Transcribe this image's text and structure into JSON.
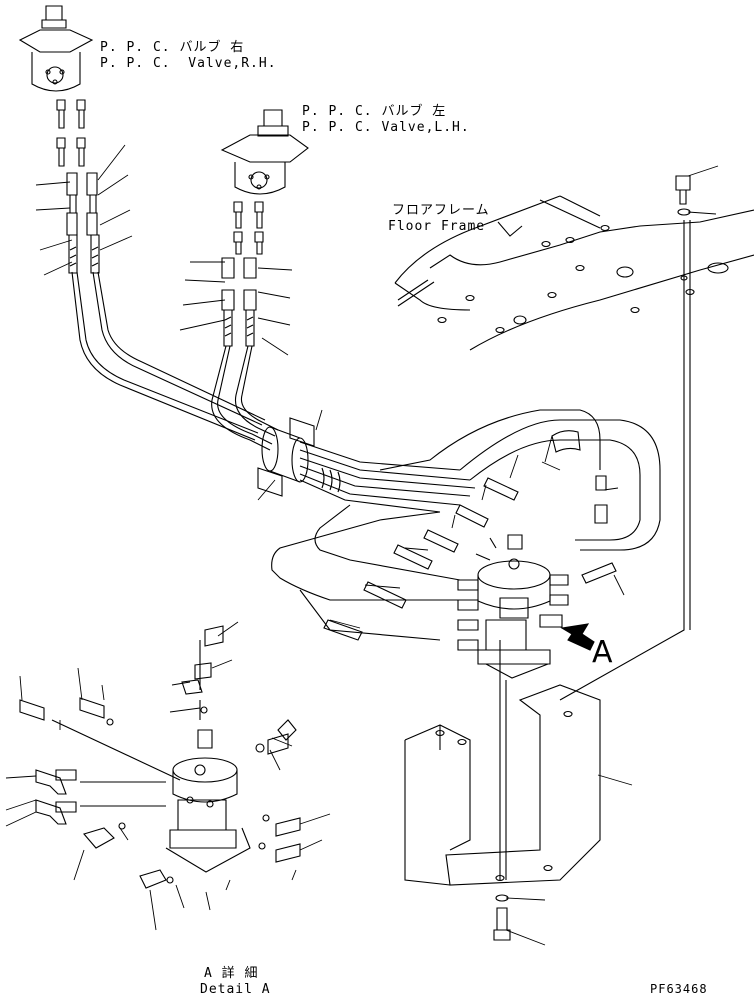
{
  "labels": {
    "ppc_rh_jp": "P. P. C. バルブ 右",
    "ppc_rh_en": "P. P. C.  Valve,R.H.",
    "ppc_lh_jp": "P. P. C. バルブ 左",
    "ppc_lh_en": "P. P. C. Valve,L.H.",
    "floor_jp": "フロアフレーム",
    "floor_en": "Floor Frame",
    "view_a": "A",
    "detail_jp": "A 詳 細",
    "detail_en": "Detail A",
    "drawing_no": "PF63468"
  }
}
